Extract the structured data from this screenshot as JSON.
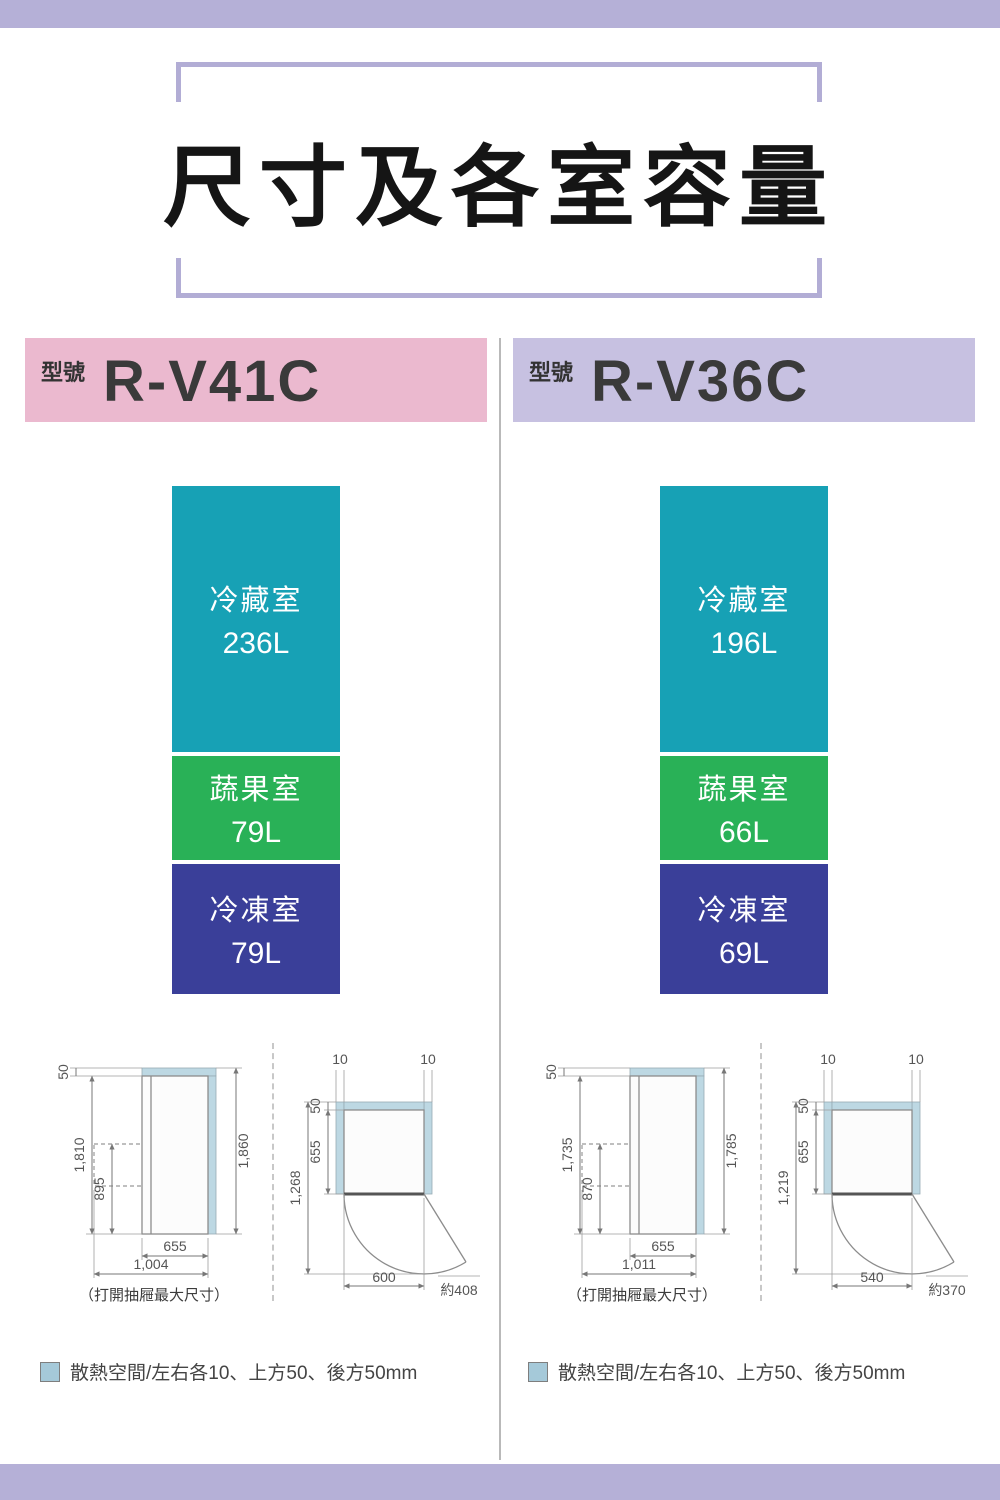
{
  "page": {
    "title": "尺寸及各室容量",
    "top_bar_color": "#b5b0d7",
    "bottom_bar_color": "#b5b0d7",
    "bracket_color": "#b2add5"
  },
  "panels": [
    {
      "model_label": "型號",
      "model": "R-V41C",
      "header_color": "#ebb9cf",
      "compartments": [
        {
          "name": "冷藏室",
          "capacity": "236L",
          "color": "#17a1b5"
        },
        {
          "name": "蔬果室",
          "capacity": "79L",
          "color": "#29b157"
        },
        {
          "name": "冷凍室",
          "capacity": "79L",
          "color": "#3a3f99"
        }
      ],
      "side_view": {
        "top_clearance": "50",
        "body_height": "1,810",
        "drawer_height": "895",
        "total_height": "1,860",
        "depth": "655",
        "open_depth": "1,004",
        "caption": "（打開抽屜最大尺寸）"
      },
      "top_view": {
        "left_clearance": "10",
        "right_clearance": "10",
        "rear_clearance": "50",
        "depth": "655",
        "total_depth": "1,268",
        "width": "600",
        "door_swing": "約408"
      },
      "legend": "散熱空間/左右各10、上方50、後方50mm"
    },
    {
      "model_label": "型號",
      "model": "R-V36C",
      "header_color": "#c7c1e1",
      "compartments": [
        {
          "name": "冷藏室",
          "capacity": "196L",
          "color": "#17a1b5"
        },
        {
          "name": "蔬果室",
          "capacity": "66L",
          "color": "#29b157"
        },
        {
          "name": "冷凍室",
          "capacity": "69L",
          "color": "#3a3f99"
        }
      ],
      "side_view": {
        "top_clearance": "50",
        "body_height": "1,735",
        "drawer_height": "870",
        "total_height": "1,785",
        "depth": "655",
        "open_depth": "1,011",
        "caption": "（打開抽屜最大尺寸）"
      },
      "top_view": {
        "left_clearance": "10",
        "right_clearance": "10",
        "rear_clearance": "50",
        "depth": "655",
        "total_depth": "1,219",
        "width": "540",
        "door_swing": "約370"
      },
      "legend": "散熱空間/左右各10、上方50、後方50mm"
    }
  ],
  "chart_data": [
    {
      "type": "bar",
      "title": "R-V41C 各室容量",
      "categories": [
        "冷藏室",
        "蔬果室",
        "冷凍室"
      ],
      "values": [
        236,
        79,
        79
      ],
      "unit": "L"
    },
    {
      "type": "bar",
      "title": "R-V36C 各室容量",
      "categories": [
        "冷藏室",
        "蔬果室",
        "冷凍室"
      ],
      "values": [
        196,
        66,
        69
      ],
      "unit": "L"
    }
  ]
}
